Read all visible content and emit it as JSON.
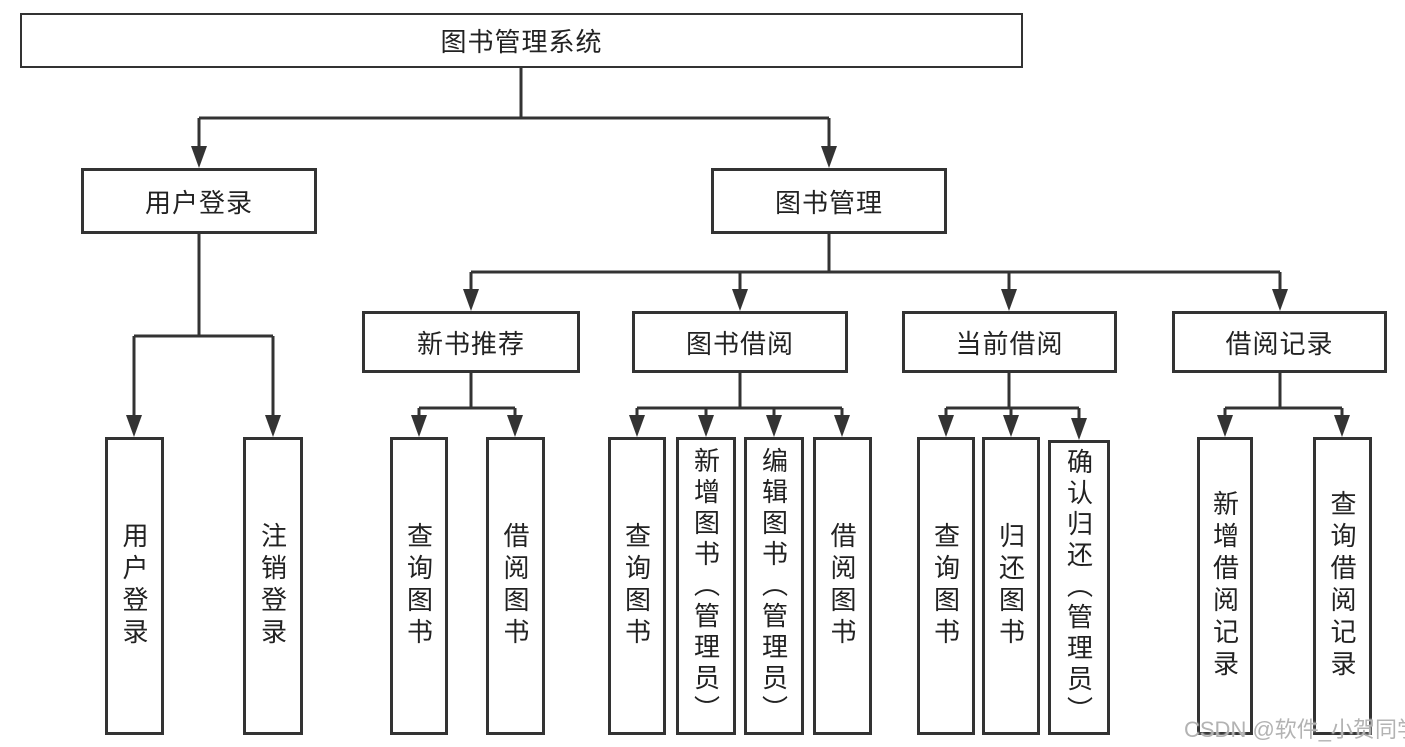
{
  "diagram": {
    "type": "hierarchy-tree",
    "title": "图书管理系统",
    "colors": {
      "line": "#333333",
      "box_border": "#333333",
      "box_fill": "#ffffff",
      "text": "#222222",
      "background": "#ffffff",
      "watermark": "#b3b3b3"
    }
  },
  "nodes": {
    "root": {
      "label": "图书管理系统"
    },
    "user_login": {
      "label": "用户登录"
    },
    "book_mgmt": {
      "label": "图书管理"
    },
    "new_book_rec": {
      "label": "新书推荐"
    },
    "book_borrow": {
      "label": "图书借阅"
    },
    "current_borrow": {
      "label": "当前借阅"
    },
    "borrow_records": {
      "label": "借阅记录"
    },
    "leaf_user_login": {
      "label": "用户登录"
    },
    "leaf_logout": {
      "label": "注销登录"
    },
    "leaf_query_book_1": {
      "label": "查询图书"
    },
    "leaf_borrow_book_1": {
      "label": "借阅图书"
    },
    "leaf_query_book_2": {
      "label": "查询图书"
    },
    "leaf_add_book": {
      "label": "新增图书（管理员）"
    },
    "leaf_edit_book": {
      "label": "编辑图书（管理员）"
    },
    "leaf_borrow_book_2": {
      "label": "借阅图书"
    },
    "leaf_query_book_3": {
      "label": "查询图书"
    },
    "leaf_return_book": {
      "label": "归还图书"
    },
    "leaf_confirm_return": {
      "label": "确认归还（管理员）"
    },
    "leaf_add_record": {
      "label": "新增借阅记录"
    },
    "leaf_query_record": {
      "label": "查询借阅记录"
    }
  },
  "hierarchy": {
    "root": [
      "user_login",
      "book_mgmt"
    ],
    "user_login": [
      "leaf_user_login",
      "leaf_logout"
    ],
    "book_mgmt": [
      "new_book_rec",
      "book_borrow",
      "current_borrow",
      "borrow_records"
    ],
    "new_book_rec": [
      "leaf_query_book_1",
      "leaf_borrow_book_1"
    ],
    "book_borrow": [
      "leaf_query_book_2",
      "leaf_add_book",
      "leaf_edit_book",
      "leaf_borrow_book_2"
    ],
    "current_borrow": [
      "leaf_query_book_3",
      "leaf_return_book",
      "leaf_confirm_return"
    ],
    "borrow_records": [
      "leaf_add_record",
      "leaf_query_record"
    ]
  },
  "watermark": {
    "text": "CSDN @软件_小贺同学"
  }
}
